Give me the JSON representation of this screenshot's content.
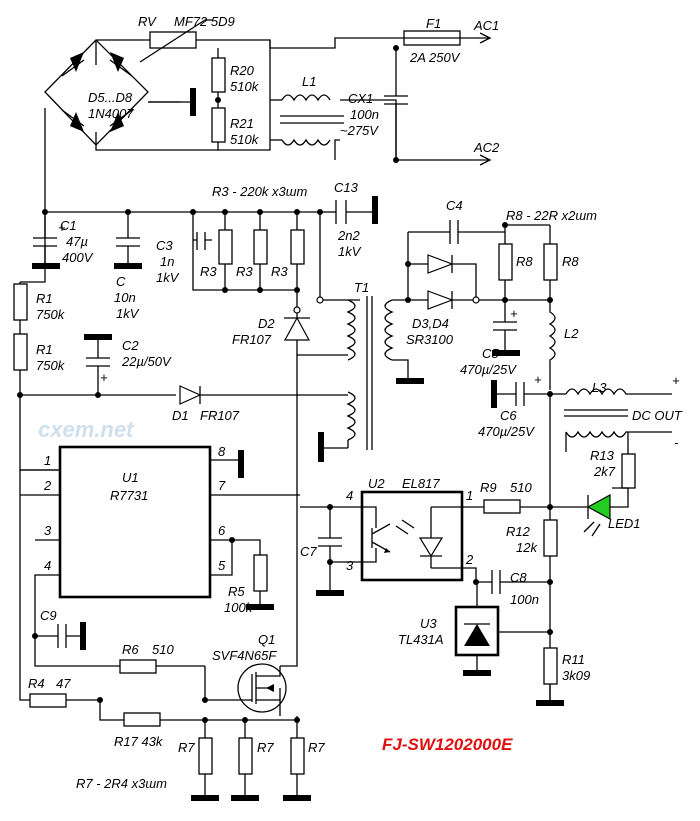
{
  "title": "FJ-SW1202000E",
  "title_color": "#e01010",
  "led_color": "#22cc22",
  "watermark": "cxem.net",
  "labels": {
    "RV": "RV",
    "MF72": "MF72 5D9",
    "F1": "F1",
    "F1_val": "2A 250V",
    "AC1": "AC1",
    "AC2": "AC2",
    "D58": "D5...D8",
    "D58_val": "1N4007",
    "R20": "R20",
    "R20_val": "510k",
    "R21": "R21",
    "R21_val": "510k",
    "L1": "L1",
    "CX1": "CX1",
    "CX1_val": "100n",
    "CX1_v": "~275V",
    "R3title": "R3 - 220k x3шт",
    "C13": "C13",
    "C13_val": "2n2",
    "C13_v": "1kV",
    "C4": "C4",
    "R8title": "R8 - 22R x2шт",
    "C1": "C1",
    "C1_val": "47µ",
    "C1_v": "400V",
    "C": "C",
    "C_val": "10n",
    "C_v": "1kV",
    "C3": "C3",
    "C3_val": "1n",
    "C3_v": "1kV",
    "R3a": "R3",
    "R3b": "R3",
    "R3c": "R3",
    "R8a": "R8",
    "R8b": "R8",
    "T1": "T1",
    "D34": "D3,D4",
    "D34_val": "SR3100",
    "R1a": "R1",
    "R1a_val": "750k",
    "R1b": "R1",
    "R1b_val": "750k",
    "C2": "C2",
    "C2_val": "22µ/50V",
    "D2": "D2",
    "D2_val": "FR107",
    "L2": "L2",
    "C5": "C5",
    "C5_val": "470µ/25V",
    "L3": "L3",
    "C6": "C6",
    "C6_val": "470µ/25V",
    "D1": "D1",
    "D1_val": "FR107",
    "DCOUT": "DC OUT",
    "plus": "+",
    "minus": "-",
    "R13": "R13",
    "R13_val": "2k7",
    "U1": "U1",
    "U1_val": "R7731",
    "U2": "U2",
    "U2_val": "EL817",
    "R9": "R9",
    "R9_val": "510",
    "LED1": "LED1",
    "R12": "R12",
    "R12_val": "12k",
    "C7": "C7",
    "C8": "C8",
    "C8_val": "100n",
    "R5": "R5",
    "R5_val": "100k",
    "C9": "C9",
    "U3": "U3",
    "U3_val": "TL431A",
    "R6": "R6",
    "R6_val": "510",
    "Q1": "Q1",
    "Q1_val": "SVF4N65F",
    "R11": "R11",
    "R11_val": "3k09",
    "R4": "R4",
    "R4_val": "47",
    "R17": "R17 43k",
    "R7a": "R7",
    "R7b": "R7",
    "R7c": "R7",
    "R7title": "R7 - 2R4 x3шт",
    "cplus1": "+",
    "cplus2": "+",
    "cplus3": "+",
    "cplus4": "+"
  },
  "pins": {
    "u1_1": "1",
    "u1_2": "2",
    "u1_3": "3",
    "u1_4": "4",
    "u1_5": "5",
    "u1_6": "6",
    "u1_7": "7",
    "u1_8": "8",
    "u2_1": "1",
    "u2_2": "2",
    "u2_3": "3",
    "u2_4": "4"
  }
}
